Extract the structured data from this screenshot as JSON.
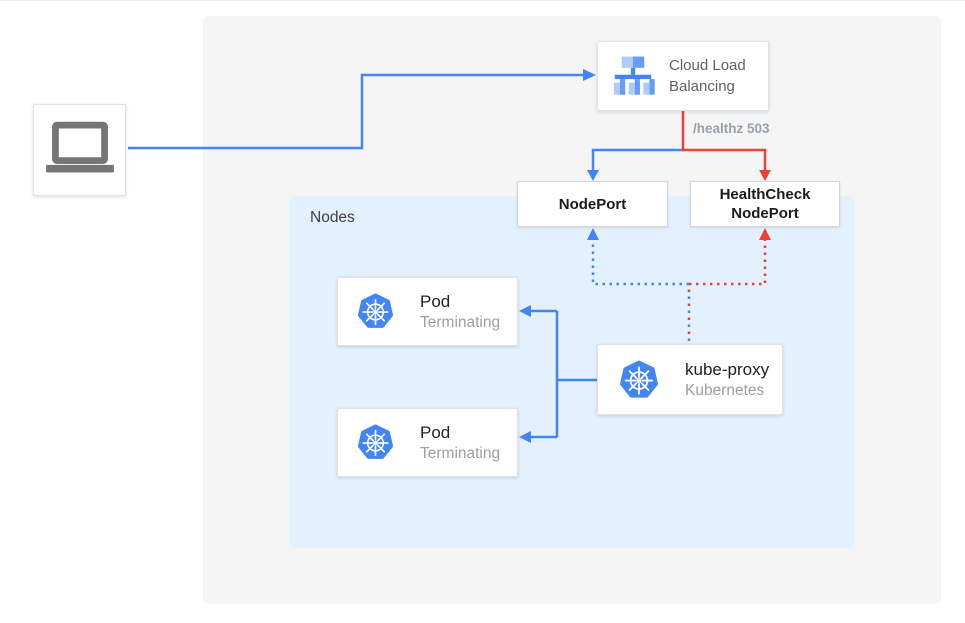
{
  "diagram": {
    "client": {
      "icon": "laptop-icon"
    },
    "cloud_load_balancing": {
      "icon": "cloud-load-balancing-icon",
      "label": "Cloud Load Balancing"
    },
    "health_check_annotation": "/healthz 503",
    "node_port": {
      "label": "NodePort"
    },
    "health_check_node_port": {
      "label": "HealthCheck NodePort"
    },
    "nodes_group": {
      "label": "Nodes"
    },
    "pods": [
      {
        "icon": "kubernetes-icon",
        "name": "Pod",
        "status": "Terminating"
      },
      {
        "icon": "kubernetes-icon",
        "name": "Pod",
        "status": "Terminating"
      }
    ],
    "kube_proxy": {
      "icon": "kubernetes-icon",
      "name": "kube-proxy",
      "subtitle": "Kubernetes"
    },
    "colors": {
      "traffic_blue": "#4285f4",
      "health_red": "#ea4335",
      "nodes_background": "#e3f0fd",
      "canvas_background": "#f5f5f6",
      "icon_light_blue": "#aecbfa",
      "icon_mid_blue": "#669df6",
      "laptop_gray": "#757575"
    },
    "connections": [
      {
        "from": "client",
        "to": "cloud-load-balancing",
        "style": "solid",
        "color": "blue"
      },
      {
        "from": "cloud-load-balancing",
        "to": "node-port",
        "style": "solid",
        "color": "blue"
      },
      {
        "from": "cloud-load-balancing",
        "to": "health-check-node-port",
        "style": "solid",
        "color": "red",
        "label": "/healthz 503"
      },
      {
        "from": "kube-proxy",
        "to": "node-port",
        "style": "dotted",
        "color": "blue"
      },
      {
        "from": "kube-proxy",
        "to": "health-check-node-port",
        "style": "dotted",
        "color": "red"
      },
      {
        "from": "kube-proxy",
        "to": "pod-1",
        "style": "solid",
        "color": "blue"
      },
      {
        "from": "kube-proxy",
        "to": "pod-2",
        "style": "solid",
        "color": "blue"
      }
    ]
  }
}
